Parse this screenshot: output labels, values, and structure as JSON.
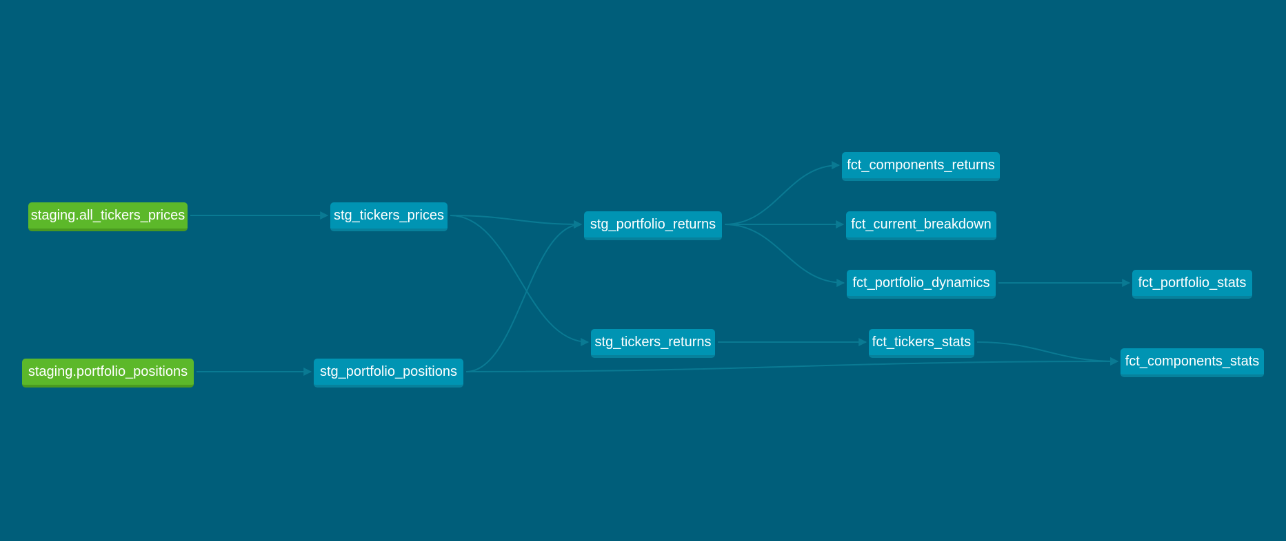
{
  "colors": {
    "background": "#005e7a",
    "model_node": "#0094b3",
    "source_node": "#5cb82a",
    "edge": "#0a7a93"
  },
  "nodes": {
    "src_all_tickers_prices": "staging.all_tickers_prices",
    "src_portfolio_positions": "staging.portfolio_positions",
    "stg_tickers_prices": "stg_tickers_prices",
    "stg_portfolio_positions": "stg_portfolio_positions",
    "stg_portfolio_returns": "stg_portfolio_returns",
    "stg_tickers_returns": "stg_tickers_returns",
    "fct_components_returns": "fct_components_returns",
    "fct_current_breakdown": "fct_current_breakdown",
    "fct_portfolio_dynamics": "fct_portfolio_dynamics",
    "fct_tickers_stats": "fct_tickers_stats",
    "fct_portfolio_stats": "fct_portfolio_stats",
    "fct_components_stats": "fct_components_stats"
  },
  "edges": [
    [
      "src_all_tickers_prices",
      "stg_tickers_prices"
    ],
    [
      "src_portfolio_positions",
      "stg_portfolio_positions"
    ],
    [
      "stg_tickers_prices",
      "stg_portfolio_returns"
    ],
    [
      "stg_tickers_prices",
      "stg_tickers_returns"
    ],
    [
      "stg_portfolio_positions",
      "stg_portfolio_returns"
    ],
    [
      "stg_portfolio_positions",
      "fct_components_stats"
    ],
    [
      "stg_portfolio_returns",
      "fct_components_returns"
    ],
    [
      "stg_portfolio_returns",
      "fct_current_breakdown"
    ],
    [
      "stg_portfolio_returns",
      "fct_portfolio_dynamics"
    ],
    [
      "stg_tickers_returns",
      "fct_tickers_stats"
    ],
    [
      "fct_portfolio_dynamics",
      "fct_portfolio_stats"
    ],
    [
      "fct_tickers_stats",
      "fct_components_stats"
    ]
  ]
}
